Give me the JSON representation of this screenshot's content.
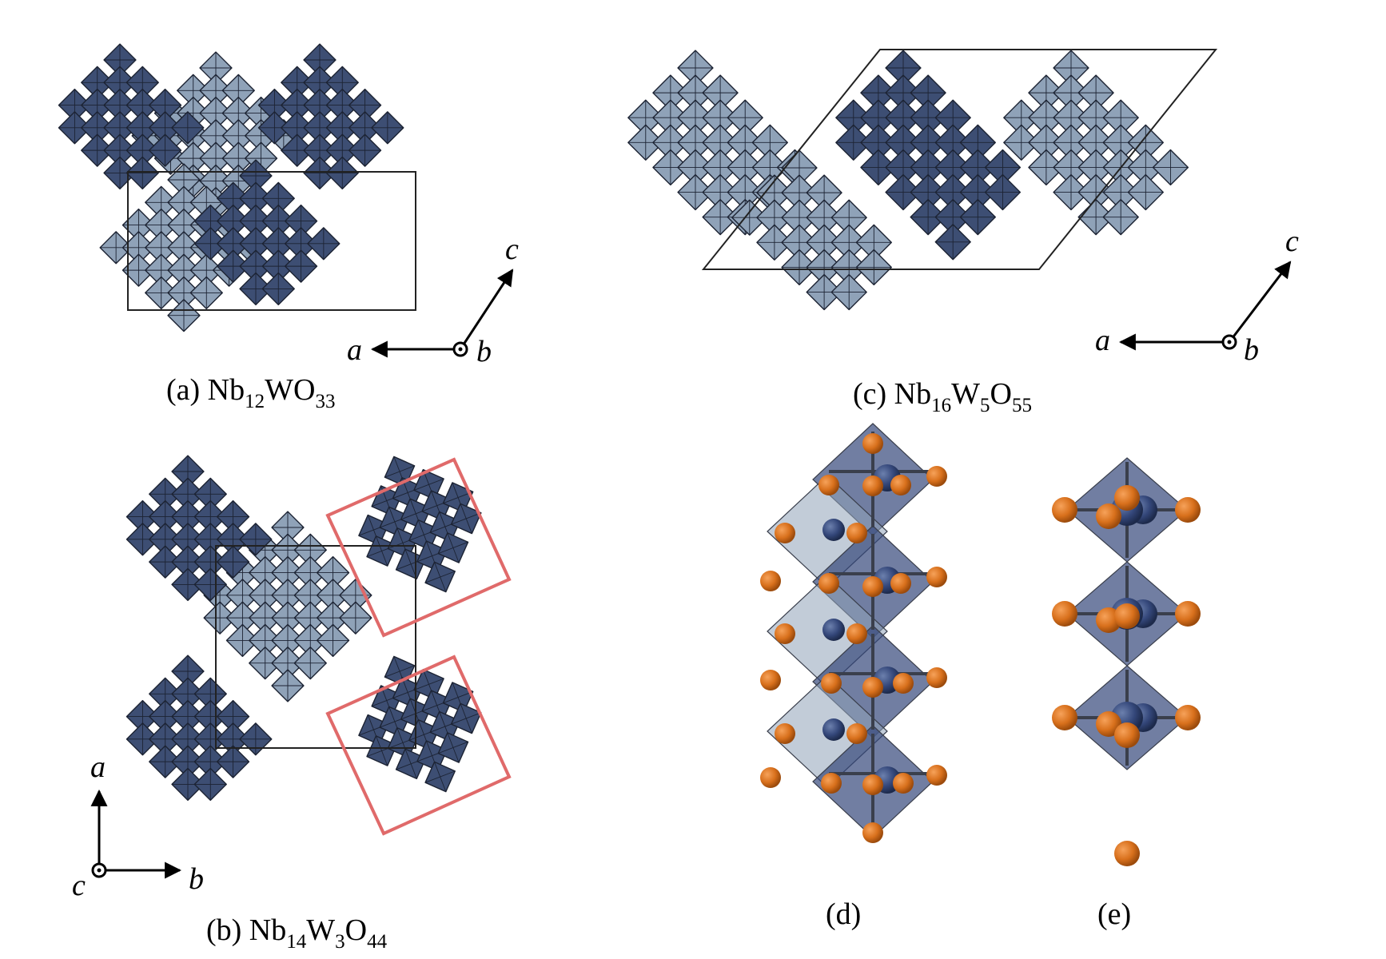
{
  "colors": {
    "dark_octahedron": "#3d4e73",
    "light_octahedron": "#8fa2b8",
    "edge": "#1c2333",
    "unit_cell": "#222222",
    "red_box": "#e06a6a",
    "oxygen": "#d8701c",
    "metal": "#34477a",
    "background": "#ffffff"
  },
  "panels": {
    "a": {
      "caption_prefix": "(a) Nb",
      "caption_parts": [
        "12",
        "WO",
        "33"
      ],
      "axes": {
        "horizontal": "a",
        "diagonal": "c",
        "out_of_plane": "b"
      }
    },
    "b": {
      "caption_prefix": "(b) Nb",
      "caption_parts": [
        "14",
        "W",
        "3",
        "O",
        "44"
      ],
      "axes": {
        "vertical": "a",
        "horizontal": "b",
        "out_of_plane": "c"
      }
    },
    "c": {
      "caption_prefix": "(c) Nb",
      "caption_parts": [
        "16",
        "W",
        "5",
        "O",
        "55"
      ],
      "axes": {
        "horizontal": "a",
        "diagonal": "c",
        "out_of_plane": "b"
      }
    },
    "d": {
      "caption": "(d)"
    },
    "e": {
      "caption": "(e)"
    }
  },
  "icons": [
    "octahedron-icon",
    "axis-arrow-icon",
    "out-of-plane-dot-icon",
    "atom-sphere-icon"
  ]
}
